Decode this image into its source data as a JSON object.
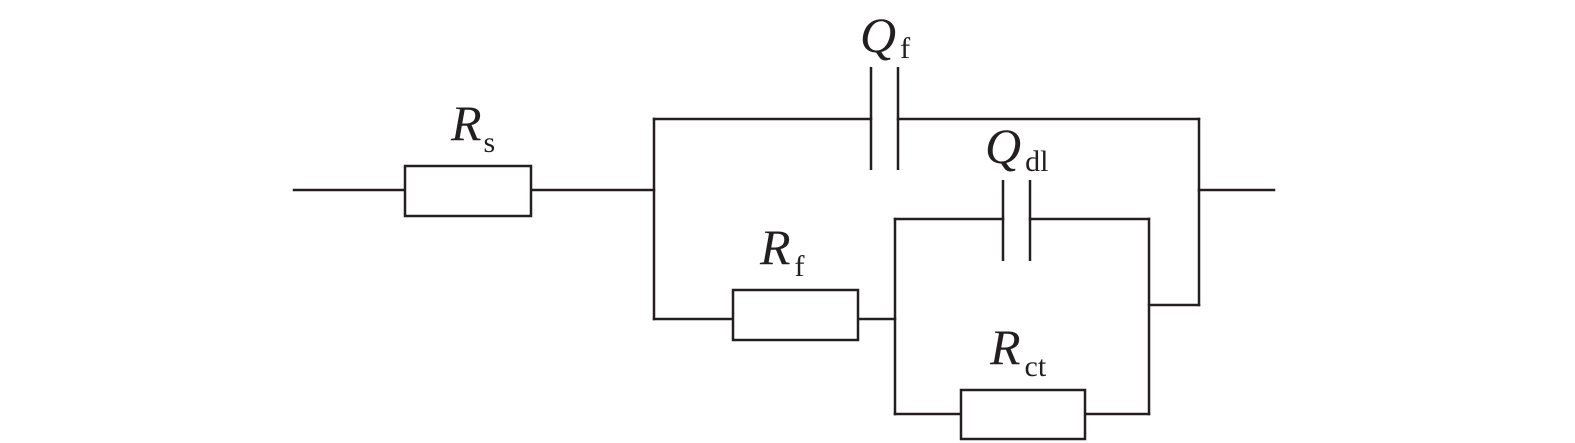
{
  "diagram": {
    "components": {
      "rs": {
        "symbol": "R",
        "subscript": "s",
        "kind": "resistor"
      },
      "qf": {
        "symbol": "Q",
        "subscript": "f",
        "kind": "constant-phase-element"
      },
      "rf": {
        "symbol": "R",
        "subscript": "f",
        "kind": "resistor"
      },
      "qdl": {
        "symbol": "Q",
        "subscript": "dl",
        "kind": "constant-phase-element"
      },
      "rct": {
        "symbol": "R",
        "subscript": "ct",
        "kind": "resistor"
      }
    },
    "line_color": "#231f20",
    "background": "#ffffff"
  }
}
